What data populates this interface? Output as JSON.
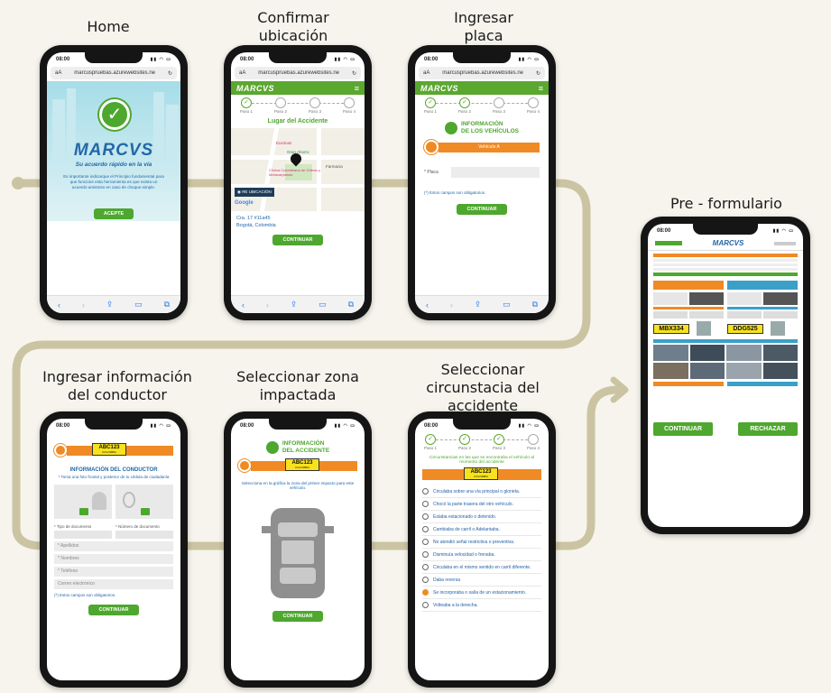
{
  "captions": {
    "home": "Home",
    "confirm_1": "Confirmar",
    "confirm_2": "ubicación",
    "plate_1": "Ingresar",
    "plate_2": "placa",
    "pre": "Pre - formulario",
    "driver_1": "Ingresar información",
    "driver_2": "del conductor",
    "zone_1": "Seleccionar zona",
    "zone_2": "impactada",
    "circ_1": "Seleccionar",
    "circ_2": "circunstacia del",
    "circ_3": "accidente"
  },
  "status_time": "08:00",
  "url": "marcuspruebas.azurewebsites.ne",
  "home": {
    "logo": "MARCVS",
    "tagline": "Su acuerdo rápido en la vía",
    "body": "Es importante indicarque el Principio fundamental para que funcione esta herramienta es que exista un acuerdo amistoso en caso de choque simple.",
    "accept": "ACEPTE"
  },
  "brand_logo": "MARCVS",
  "steps": [
    "Paso 1",
    "Paso 2",
    "Paso 3",
    "Paso 4"
  ],
  "location": {
    "title": "Lugar del Accidente",
    "re_locate": "RE UBICACIÓN",
    "map_labels": [
      "Clínica Colombiana de Ortesis y Metacarpianos",
      "Eusimas",
      "Gran Ahorro",
      "Farmacia"
    ],
    "google": "Google",
    "address_1": "Cra. 17 #11a45",
    "address_2": "Bogotá, Colombia",
    "continue": "CONTINUAR"
  },
  "plate_screen": {
    "title_1": "INFORMACIÓN",
    "title_2": "DE LOS VEHÍCULOS",
    "vehicle": "Vehículo A",
    "placa_label": "* Placa",
    "required": "(*) Estos campos son obligatorios.",
    "continue": "CONTINUAR"
  },
  "pre_form": {
    "plates": [
      "MBX334",
      "DDG525"
    ],
    "continue": "CONTINUAR",
    "reject": "RECHAZAR"
  },
  "driver": {
    "plate": "ABC123",
    "country": "COLOMBIA",
    "title": "INFORMACIÓN DEL CONDUCTOR",
    "subtitle": "* Toma una foto frontal y posterior de tu cédula de ciudadanía",
    "doc_type": "* Tipo de documento",
    "doc_num": "* Número de documento",
    "fields": [
      "* Apellidos",
      "* Nombres",
      "* Teléfono",
      "Correo electrónico"
    ],
    "required": "(*) Estos campos son obligatorios.",
    "continue": "CONTINUAR"
  },
  "zone": {
    "title_1": "INFORMACIÓN",
    "title_2": "DEL ACCIDENTE",
    "plate": "ABC123",
    "country": "COLOMBIA",
    "instruction": "Selecciona en la gráfica la zona del primer impacto para este vehículo.",
    "continue": "CONTINUAR"
  },
  "circ": {
    "title": "Circunstancias en las que se encontraba el vehículo al momento del accidente",
    "plate": "ABC123",
    "country": "COLOMBIA",
    "options": [
      "Circulaba sobre una vía principal o glorieta.",
      "Chocó la parte trasera del otro vehículo.",
      "Estaba estacionado o detenido.",
      "Cambiaba de carril o Adelantaba.",
      "No atendió señal restrictiva o preventiva.",
      "Disminuía velocidad o frenaba.",
      "Circulaba en el mismo sentido en carril diferente.",
      "Daba reversa",
      "Se incorporaba o salía de un estacionamiento.",
      "Volteaba a la derecha."
    ],
    "selected_index": 8
  },
  "colors": {
    "green": "#4ea72e",
    "orange": "#f08a24",
    "path": "#c9c2a0",
    "plate": "#f7e21d"
  }
}
